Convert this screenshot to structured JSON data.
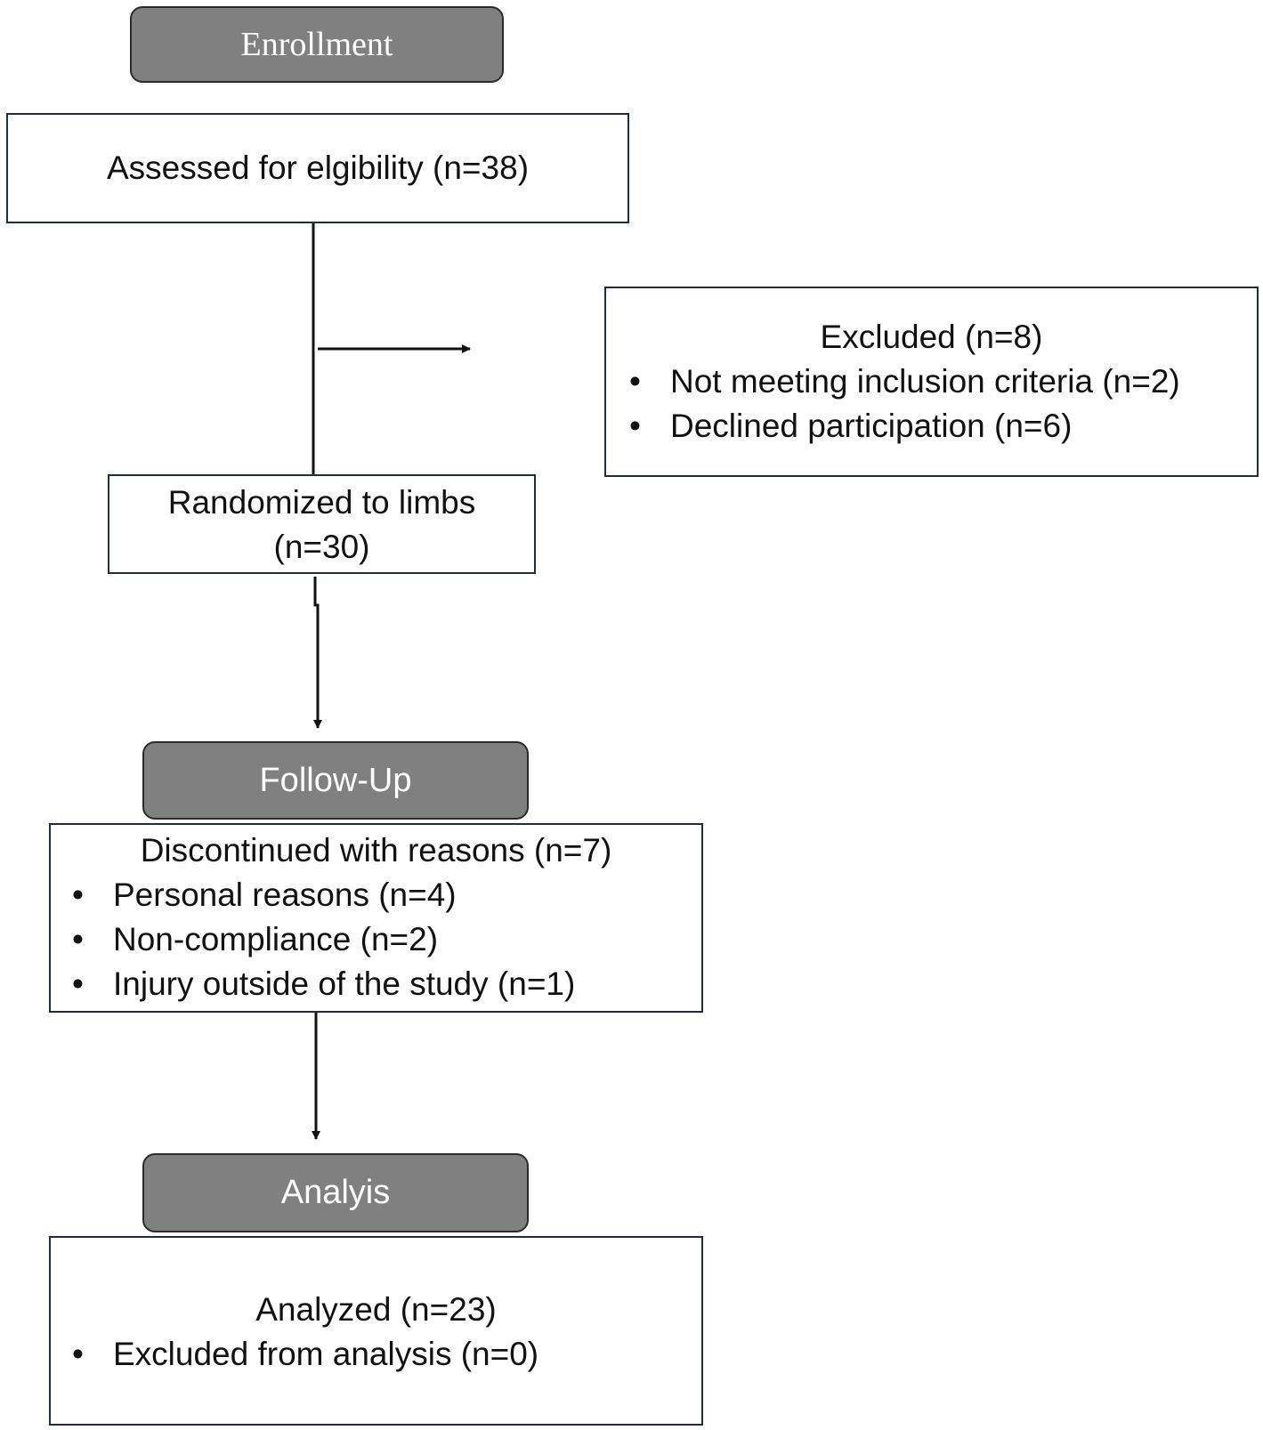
{
  "enrollment": {
    "label": "Enrollment"
  },
  "assessed": {
    "text": "Assessed for elgibility (n=38)"
  },
  "excluded": {
    "title": "Excluded (n=8)",
    "items": [
      "Not meeting inclusion criteria (n=2)",
      "Declined participation (n=6)"
    ]
  },
  "randomized": {
    "line1": "Randomized to limbs",
    "line2": "(n=30)"
  },
  "followup": {
    "label": "Follow-Up",
    "title": "Discontinued with reasons (n=7)",
    "items": [
      "Personal reasons (n=4)",
      "Non-compliance (n=2)",
      "Injury outside of the study (n=1)"
    ]
  },
  "analysis": {
    "label": "Analyis",
    "title": "Analyzed (n=23)",
    "items": [
      "Excluded from analysis (n=0)"
    ]
  },
  "bullet_symbol": "•"
}
